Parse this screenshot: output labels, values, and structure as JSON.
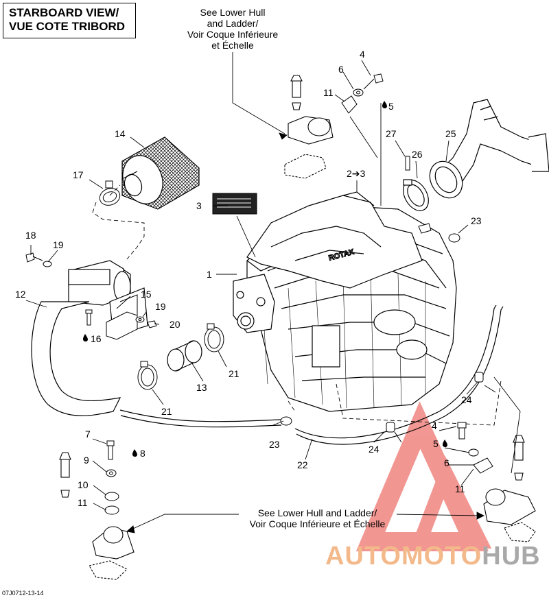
{
  "view_title": {
    "line1": "STARBOARD VIEW/",
    "line2": "VUE COTE TRIBORD"
  },
  "note_top": {
    "line1": "See Lower Hull",
    "line2": "and Ladder/",
    "line3": "Voir Coque Inférieure",
    "line4": "et Échelle"
  },
  "note_bottom": {
    "line1": "See Lower Hull and Ladder/",
    "line2": "Voir Coque Inférieure et Échelle"
  },
  "callouts": {
    "c1": "1",
    "c2_3": "2➔3",
    "c3": "3",
    "c4a": "4",
    "c4b": "4",
    "c5a": "5",
    "c5b": "5",
    "c6a": "6",
    "c6b": "6",
    "c7": "7",
    "c8": "8",
    "c9": "9",
    "c10": "10",
    "c11a": "11",
    "c11b": "11",
    "c11c": "11",
    "c12": "12",
    "c13": "13",
    "c14": "14",
    "c15": "15",
    "c16": "16",
    "c17": "17",
    "c18": "18",
    "c19a": "19",
    "c19b": "19",
    "c20": "20",
    "c21a": "21",
    "c21b": "21",
    "c22": "22",
    "c23a": "23",
    "c23b": "23",
    "c24a": "24",
    "c24b": "24",
    "c25": "25",
    "c26": "26",
    "c27": "27"
  },
  "drawing_number": "07J0712-13-14",
  "watermark": {
    "part1": "AUTOMOTO",
    "part2": "HUB"
  },
  "colors": {
    "line": "#000000",
    "watermark_red": "#e8413a",
    "watermark_orange": "#f3b98a",
    "watermark_gray": "#a9a9a9"
  },
  "icons": {
    "loctite_drop": "drop-icon"
  }
}
